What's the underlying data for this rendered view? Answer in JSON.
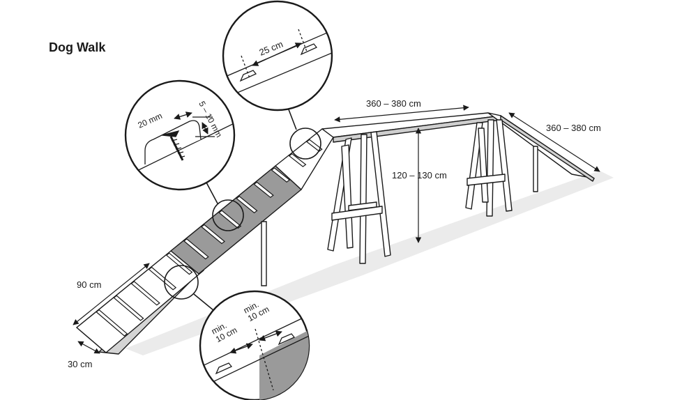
{
  "title": "Dog Walk",
  "dimensions": {
    "top_plank_length": "360 – 380 cm",
    "ramp_right_length": "360 – 380 cm",
    "height": "120 – 130 cm",
    "ramp_left_length": "90 cm",
    "width": "30 cm"
  },
  "details": {
    "slat_spacing": "25 cm",
    "slat_width": "20 mm",
    "slat_thickness": "5 – 10 mm",
    "contact_zone_left": "min. 10 cm",
    "contact_zone_right": "min. 10 cm"
  },
  "colors": {
    "line": "#1a1a1a",
    "contact_zone": "#8a8a8a",
    "shadow": "#e6e6e6",
    "plank_side": "#d9d9d9"
  }
}
